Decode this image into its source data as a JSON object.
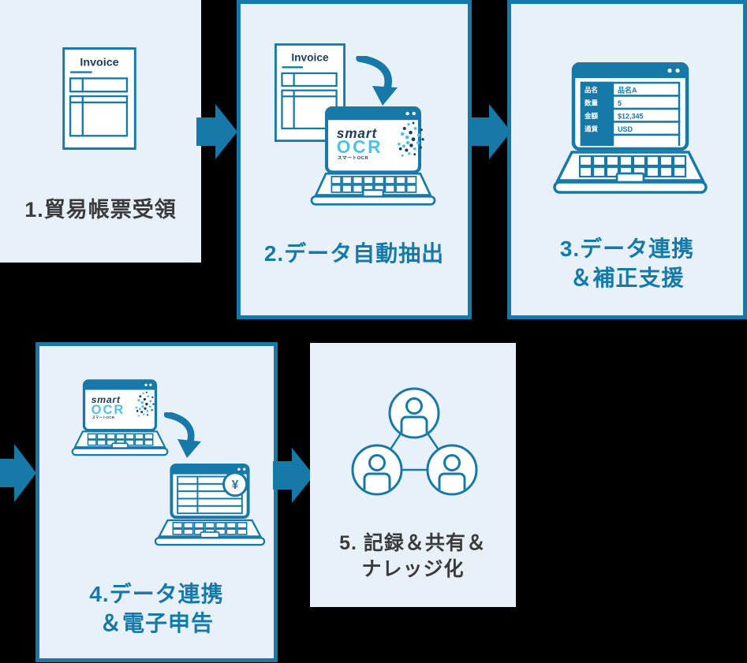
{
  "colors": {
    "background": "#000000",
    "accent_blue": "#1779a8",
    "panel_light_blue": "#e8f1f9",
    "dark_text": "#3b3b3b",
    "logo_navy": "#1b3a5f",
    "logo_sky_blue": "#4fc0ea",
    "white": "#ffffff"
  },
  "steps": [
    {
      "label": "1.貿易帳票受領"
    },
    {
      "label": "2.データ自動抽出"
    },
    {
      "line1": "3.データ連携",
      "line2": "＆補正支援"
    },
    {
      "line1": "4.データ連携",
      "line2": "＆電子申告"
    },
    {
      "line1": "5. 記録＆共有＆",
      "line2": "ナレッジ化"
    }
  ],
  "invoice": {
    "title": "Invoice"
  },
  "smart_ocr_logo": {
    "word_smart": "smart",
    "word_ocr": "OCR",
    "subtitle": "スマートOCR"
  },
  "ocr_result_table": {
    "rows": [
      {
        "label": "品名",
        "value": "品名A"
      },
      {
        "label": "数量",
        "value": "5"
      },
      {
        "label": "金額",
        "value": "$12,345"
      },
      {
        "label": "通貨",
        "value": "USD"
      }
    ]
  },
  "yen_badge": {
    "symbol": "¥"
  }
}
